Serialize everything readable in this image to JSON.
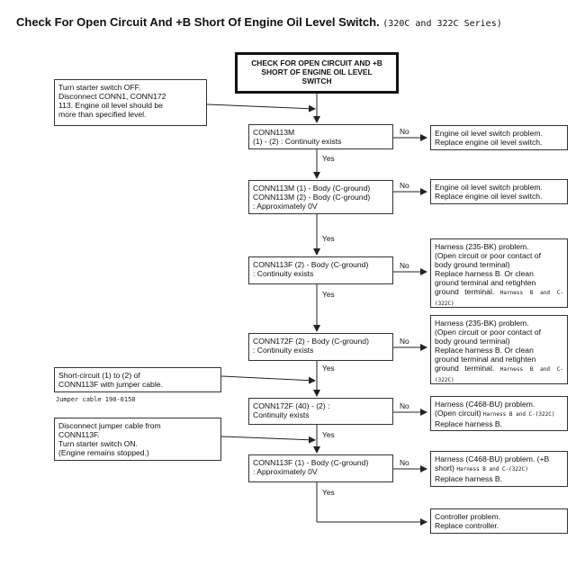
{
  "title": "Check For Open Circuit And +B Short Of Engine Oil Level Switch.",
  "series": "(320C and 322C Series)",
  "start": {
    "line1": "CHECK FOR OPEN CIRCUIT AND +B",
    "line2": "SHORT OF ENGINE OIL LEVEL",
    "line3": "SWITCH"
  },
  "notes": {
    "n1": [
      "Turn starter switch OFF.",
      "Disconnect CONN1, CONN172",
      "113. Engine oil level should be",
      "more than specified level."
    ],
    "n2": [
      "Short-circuit (1) to (2) of",
      "CONN113F with jumper cable."
    ],
    "jumper": "Jumper cable 190-0158",
    "n3": [
      "Disconnect jumper cable from",
      "CONN113F.",
      "Turn starter switch ON.",
      "(Engine remains stopped.)"
    ]
  },
  "checks": [
    [
      "CONN113M",
      "(1) - (2) : Continuity exists"
    ],
    [
      "CONN113M (1) - Body (C-ground)",
      "CONN113M (2) - Body (C-ground)",
      ": Approximately 0V"
    ],
    [
      "CONN113F (2) - Body (C-ground)",
      ": Continuity exists"
    ],
    [
      "CONN172F (2) - Body (C-ground)",
      ": Continuity exists"
    ],
    [
      "CONN172F (40) - (2) :",
      "Continuity exists"
    ],
    [
      "CONN113F (1) - Body (C-ground)",
      ": Approximately 0V"
    ]
  ],
  "results": {
    "r1": [
      "Engine oil level switch problem.",
      "Replace engine oil level switch."
    ],
    "r2": [
      "Engine oil level switch problem.",
      "Replace engine oil level switch."
    ],
    "r3": [
      "Harness (235-BK) problem.",
      "(Open circuit or poor contact of",
      "body ground terminal)",
      "Replace harness B. Or clean",
      "ground terminal and retighten",
      "ground terminal."
    ],
    "r3_small": "Harness B and C-(322C)",
    "r4": [
      "Harness (235-BK) problem.",
      "(Open circuit or poor contact of",
      "body ground terminal)",
      "Replace harness B. Or clean",
      "ground terminal and retighten",
      "ground terminal."
    ],
    "r4_small": "Harness B and C-(322C)",
    "r5": {
      "line1": "Harness (C468-BU) problem.",
      "line2": "(Open circuit)",
      "small": "Harness B and C-(322C)",
      "line3": "Replace harness B."
    },
    "r6": {
      "line1": "Harness (C468-BU) problem. (+B",
      "line2": "short)",
      "small": "Harness B and C-(322C)",
      "line3": "Replace harness B."
    },
    "r7": [
      "Controller problem.",
      "Replace controller."
    ]
  },
  "labels": {
    "yes": "Yes",
    "no": "No"
  }
}
